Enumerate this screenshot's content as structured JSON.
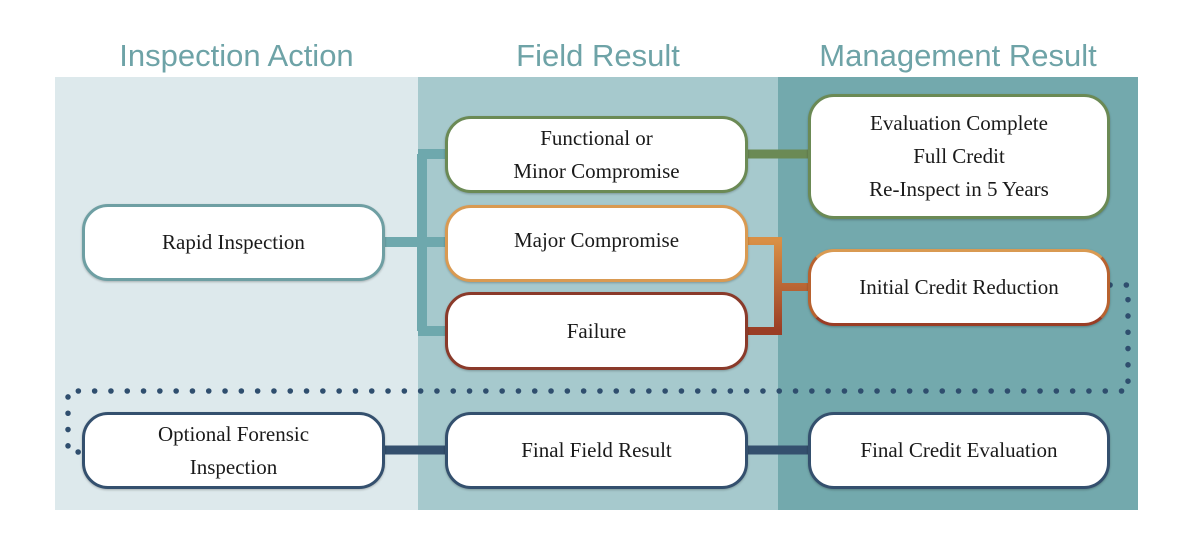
{
  "columns": [
    {
      "title": "Inspection Action",
      "color": "#dde9ec"
    },
    {
      "title": "Field Result",
      "color": "#a6c9cd"
    },
    {
      "title": "Management Result",
      "color": "#73a9ad"
    }
  ],
  "header_color": "#6ea3a7",
  "nodes": {
    "rapid_inspection": {
      "lines": [
        "Rapid Inspection"
      ],
      "border": "#6e9fa3"
    },
    "functional": {
      "lines": [
        "Functional or",
        "Minor Compromise"
      ],
      "border": "#6b8a55"
    },
    "major": {
      "lines": [
        "Major Compromise"
      ],
      "border": "#d99a52"
    },
    "failure": {
      "lines": [
        "Failure"
      ],
      "border": "#8a3a2a"
    },
    "evaluation_complete": {
      "lines": [
        "Evaluation Complete",
        "Full Credit",
        "Re-Inspect in 5 Years"
      ],
      "border": "#6b8a55"
    },
    "initial_credit": {
      "lines": [
        "Initial Credit Reduction"
      ],
      "border": "#b8622f"
    },
    "optional_forensic": {
      "lines": [
        "Optional Forensic",
        "Inspection"
      ],
      "border": "#34506e"
    },
    "final_field": {
      "lines": [
        "Final Field Result"
      ],
      "border": "#34506e"
    },
    "final_credit": {
      "lines": [
        "Final Credit Evaluation"
      ],
      "border": "#34506e"
    }
  },
  "connector_colors": {
    "teal": "#6ea8ad",
    "green": "#6b8a55",
    "orange": "#d5873e",
    "red": "#9a3d25",
    "navy": "#34506e",
    "dotted": "#2f4e6e"
  }
}
